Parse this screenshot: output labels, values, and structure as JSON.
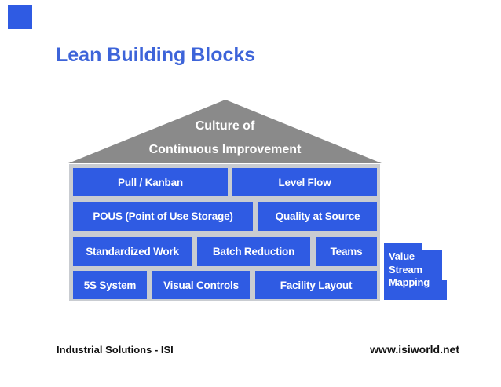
{
  "slide": {
    "title": "Lean Building Blocks",
    "footer_left": "Industrial Solutions - ISI",
    "footer_right": "www.isiworld.net"
  },
  "roof": {
    "line1": "Culture of",
    "line2": "Continuous Improvement"
  },
  "house": {
    "rows": [
      {
        "blocks": [
          {
            "label": "Pull / Kanban"
          },
          {
            "label": "Level Flow"
          }
        ]
      },
      {
        "blocks": [
          {
            "label": "POUS (Point of Use Storage)"
          },
          {
            "label": "Quality at Source"
          }
        ]
      },
      {
        "blocks": [
          {
            "label": "Standardized Work"
          },
          {
            "label": "Batch Reduction"
          },
          {
            "label": "Teams"
          }
        ]
      },
      {
        "blocks": [
          {
            "label": "5S System"
          },
          {
            "label": "Visual Controls"
          },
          {
            "label": "Facility Layout"
          }
        ]
      }
    ]
  },
  "side_block": {
    "lines": [
      "Value",
      "Stream",
      "Mapping"
    ]
  },
  "colors": {
    "block_blue": "#2F5BE3",
    "title_blue": "#3D64D9",
    "roof_gray": "#8A8A8A",
    "panel_gray": "#C9CCD1",
    "block_text_white": "#FFFFFF",
    "footer_text_black": "#111111"
  }
}
